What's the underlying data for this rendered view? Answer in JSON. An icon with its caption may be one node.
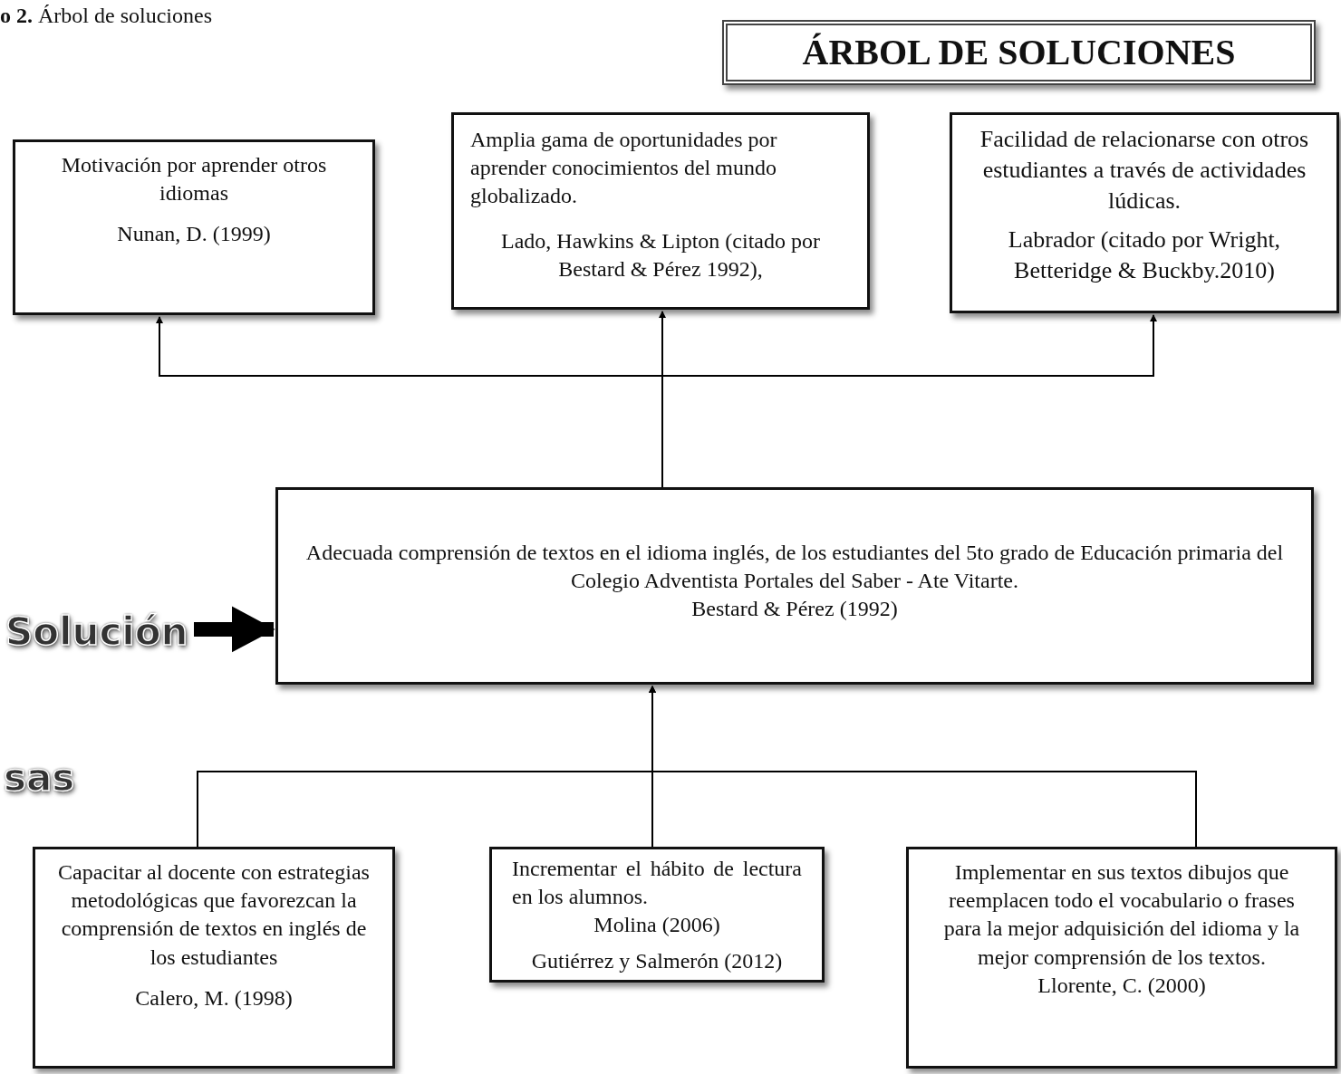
{
  "diagram": {
    "title": "**o 2.** Árbol de soluciones",
    "nodes": [
      {
        "text": [
          "ÁRBOL DE SOLUCIONES"
        ]
      },
      {
        "text": [
          "Motivación por aprender otros idiomas",
          "Nunan, D. (1999)"
        ]
      },
      {
        "text": [
          "Amplia gama de oportunidades por aprender conocimientos del mundo globalizado.",
          "Lado, Hawkins & Lipton (citado por Bestard & Pérez 1992),"
        ]
      },
      {
        "text": [
          "Facilidad de relacionarse con otros estudiantes a través de actividades lúdicas.",
          "Labrador (citado por Wright, Betteridge & Buckby.2010)"
        ]
      },
      {
        "text": [
          "Solución"
        ]
      },
      {
        "text": [
          "Adecuada comprensión de textos en el idioma inglés, de los estudiantes del 5to grado de Educación primaria del Colegio Adventista Portales del Saber - Ate Vitarte.",
          "Bestard & Pérez (1992)"
        ]
      },
      {
        "text": [
          "Capacitar al docente con estrategias metodológicas que favorezcan la comprensión de textos en inglés de los estudiantes",
          "Calero, M. (1998)"
        ]
      },
      {
        "text": [
          "Incrementar el hábito de lectura en los alumnos.",
          "Molina (2006)",
          "Gutiérrez y Salmerón (2012)"
        ]
      },
      {
        "text": [
          "Implementar en sus textos dibujos que reemplacen todo el vocabulario o frases para la mejor adquisición del idioma y la mejor comprensión de los textos.",
          "Llorente, C. (2000)"
        ]
      }
    ],
    "edges": [
      {
        "from": 5,
        "to": 1,
        "arrow": "to"
      },
      {
        "from": 5,
        "to": 2,
        "arrow": "to"
      },
      {
        "from": 5,
        "to": 3,
        "arrow": "to"
      },
      {
        "from": 4,
        "to": 5,
        "arrow": "to",
        "style": "thick"
      },
      {
        "from": 6,
        "to": 5,
        "arrow": "to"
      },
      {
        "from": 7,
        "to": 5,
        "arrow": "to"
      },
      {
        "from": 8,
        "to": 5,
        "arrow": "to"
      }
    ],
    "labels": [
      "sas"
    ]
  }
}
